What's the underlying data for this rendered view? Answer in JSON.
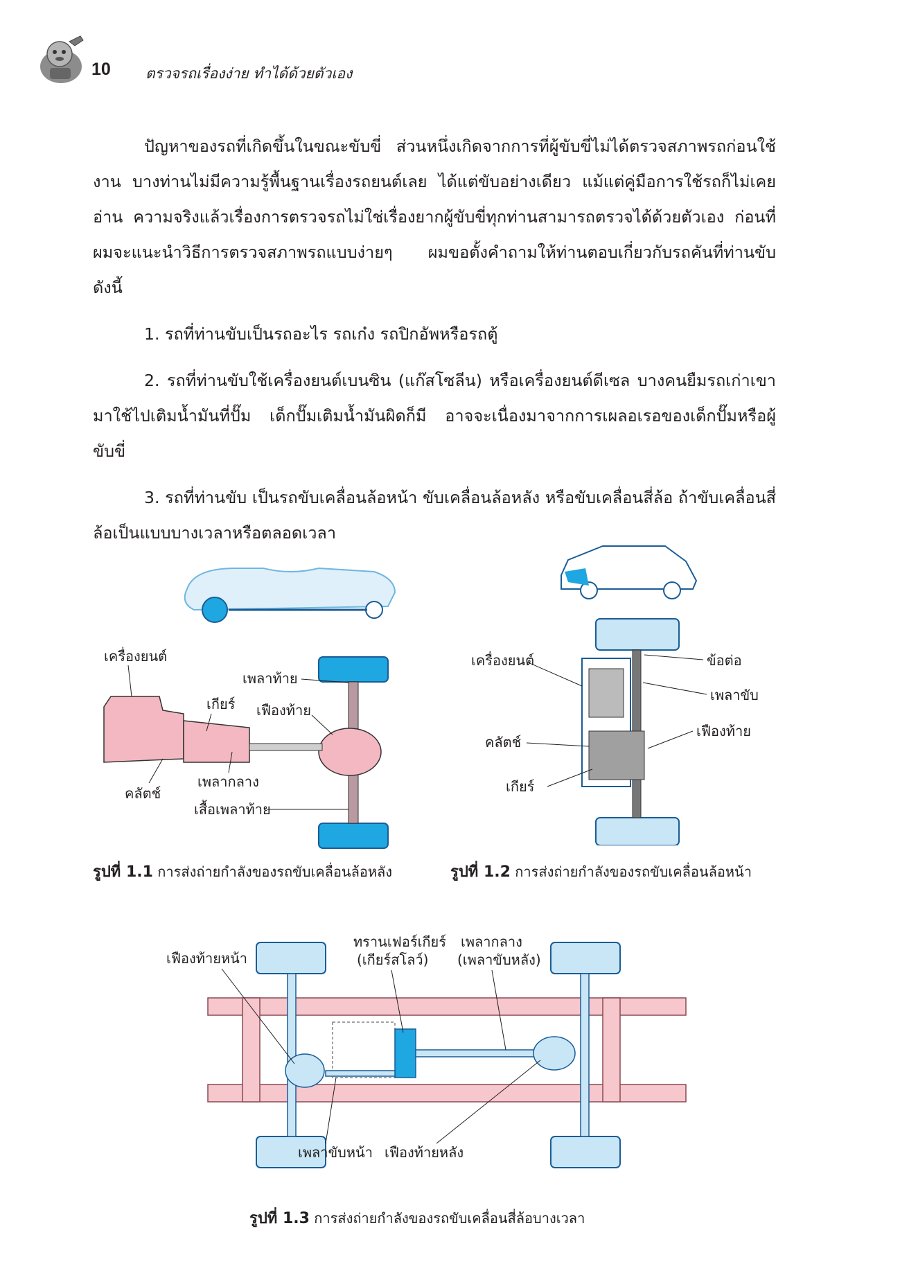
{
  "header": {
    "page_number": "10",
    "running_title": "ตรวจรถเรื่องง่าย ทำได้ด้วยตัวเอง"
  },
  "body": {
    "intro": "ปัญหาของรถที่เกิดขึ้นในขณะขับขี่ ส่วนหนึ่งเกิดจากการที่ผู้ขับขี่ไม่ได้ตรวจสภาพรถก่อนใช้งาน บางท่านไม่มีความรู้พื้นฐานเรื่องรถยนต์เลย ได้แต่ขับอย่างเดียว แม้แต่คู่มือการใช้รถก็ไม่เคยอ่าน ความจริงแล้วเรื่องการตรวจรถไม่ใช่เรื่องยากผู้ขับขี่ทุกท่านสามารถตรวจได้ด้วยตัวเอง ก่อนที่ผมจะแนะนำวิธีการตรวจสภาพรถแบบง่ายๆ ผมขอตั้งคำถามให้ท่านตอบเกี่ยวกับรถคันที่ท่านขับ ดังนี้",
    "items": [
      "1. รถที่ท่านขับเป็นรถอะไร รถเก๋ง รถปิกอัพหรือรถตู้",
      "2. รถที่ท่านขับใช้เครื่องยนต์เบนซิน (แก๊สโซลีน) หรือเครื่องยนต์ดีเซล บางคนยืมรถเก่าเขามาใช้ไปเติมน้ำมันที่ปั๊ม เด็กปั๊มเติมน้ำมันผิดก็มี อาจจะเนื่องมาจากการเผลอเรอของเด็กปั๊มหรือผู้ขับขี่",
      "3. รถที่ท่านขับ เป็นรถขับเคลื่อนล้อหน้า ขับเคลื่อนล้อหลัง หรือขับเคลื่อนสี่ล้อ ถ้าขับเคลื่อนสี่ล้อเป็นแบบบางเวลาหรือตลอดเวลา"
    ]
  },
  "figure1": {
    "labels": {
      "engine": "เครื่องยนต์",
      "gear": "เกียร์",
      "clutch": "คลัตช์",
      "axle": "เพลาท้าย",
      "diff": "เฟืองท้าย",
      "propshaft": "เพลากลาง",
      "axle_housing": "เสื้อเพลาท้าย"
    },
    "caption_bold": "รูปที่ 1.1",
    "caption_text": "การส่งถ่ายกำลังของรถขับเคลื่อนล้อหลัง"
  },
  "figure2": {
    "labels": {
      "engine": "เครื่องยนต์",
      "joint": "ข้อต่อ",
      "driveshaft": "เพลาขับ",
      "diff": "เฟืองท้าย",
      "clutch": "คลัตช์",
      "gear": "เกียร์"
    },
    "caption_bold": "รูปที่ 1.2",
    "caption_text": "การส่งถ่ายกำลังของรถขับเคลื่อนล้อหน้า"
  },
  "figure3": {
    "labels": {
      "front_diff": "เฟืองท้ายหน้า",
      "transfer_1": "ทรานเฟอร์เกียร์",
      "transfer_2": "(เกียร์สโลว์)",
      "propshaft_1": "เพลากลาง",
      "propshaft_2": "(เพลาขับหลัง)",
      "front_driveshaft": "เพลาขับหน้า",
      "rear_diff": "เฟืองท้ายหลัง"
    },
    "caption_bold": "รูปที่ 1.3",
    "caption_text": "การส่งถ่ายกำลังของรถขับเคลื่อนสี่ล้อบางเวลา"
  },
  "colors": {
    "wheel_blue": "#1ea7e1",
    "light_blue": "#c9e6f7",
    "pink": "#f3b8c1",
    "frame_pink": "#f6c7cd",
    "line": "#1a5d96"
  }
}
